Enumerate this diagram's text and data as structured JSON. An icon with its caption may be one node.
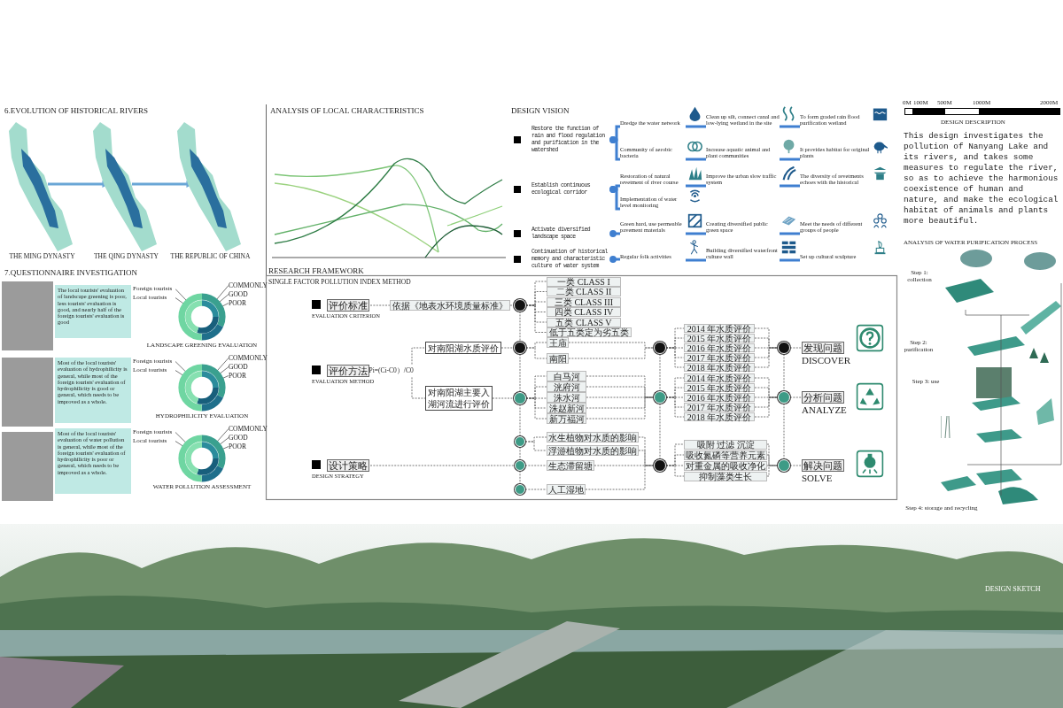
{
  "diagram": {
    "nodes": [
      {
        "text": [],
        "shape": "picture",
        "beside": [
          "THE MING DYNASTY"
        ]
      },
      {
        "text": [],
        "shape": "picture",
        "beside": [
          "THE QING DYNASTY"
        ]
      },
      {
        "text": [],
        "shape": "picture",
        "beside": [
          "THE REPUBLIC OF CHINA"
        ]
      },
      {
        "text": [
          "The local tourists' evaluation of landscape greening is poor, less tourists' evaluation is good, and nearly half of the foreign tourists' evaluation is good"
        ]
      },
      {
        "text": [],
        "shape": "circle",
        "beside": [
          "LANDSCAPE GREENING EVALUATION"
        ]
      },
      {
        "text": [
          "Foreign tourists"
        ]
      },
      {
        "text": [
          "Local tourists"
        ]
      },
      {
        "text": [
          "COMMONLY"
        ]
      },
      {
        "text": [
          "GOOD"
        ]
      },
      {
        "text": [
          "POOR"
        ]
      },
      {
        "text": [
          "Most of the local tourists' evaluation of hydrophilicity is general, while most of the foreign tourists' evaluation of hydrophilicity is good or general, which needs to be improved as a whole."
        ]
      },
      {
        "text": [],
        "shape": "circle",
        "beside": [
          "HYDROPHILICITY EVALUATION"
        ]
      },
      {
        "text": [
          "Foreign tourists"
        ]
      },
      {
        "text": [
          "Local tourists"
        ]
      },
      {
        "text": [
          "COMMONLY"
        ]
      },
      {
        "text": [
          "GOOD"
        ]
      },
      {
        "text": [
          "POOR"
        ]
      },
      {
        "text": [
          "Most of the local tourists' evaluation of water pollution is general, while most of the foreign tourists' evaluation of hydrophilicity is poor or general, which needs to be improved as a whole."
        ]
      },
      {
        "text": [],
        "shape": "circle",
        "beside": [
          "WATER POLLUTION ASSESSMENT"
        ]
      },
      {
        "text": [
          "Foreign tourists"
        ]
      },
      {
        "text": [
          "Local tourists"
        ]
      },
      {
        "text": [
          "COMMONLY"
        ]
      },
      {
        "text": [
          "GOOD"
        ]
      },
      {
        "text": [
          "POOR"
        ]
      },
      {
        "text": [
          "评价标准",
          "EVALUATION CRITERION"
        ]
      },
      {
        "text": [
          "评价方法",
          "EVALUATION METHOD"
        ]
      },
      {
        "text": [
          "设计策略",
          "DESIGN STRATEGY"
        ]
      },
      {
        "text": [
          "依据《地表水环境质量标准》"
        ]
      },
      {
        "text": [],
        "shape": "circle"
      },
      {
        "text": [
          "一类 CLASS I"
        ]
      },
      {
        "text": [
          "二类 CLASS II"
        ]
      },
      {
        "text": [
          "三类 CLASS III"
        ]
      },
      {
        "text": [
          "四类 CLASS IV"
        ]
      },
      {
        "text": [
          "五类 CLASS V"
        ]
      },
      {
        "text": [
          "低于五类定为劣五类"
        ]
      },
      {
        "text": [
          "对南阳湖水质评价"
        ]
      },
      {
        "text": [
          "对南阳湖主要入湖河流进行评价"
        ]
      },
      {
        "text": [],
        "shape": "circle"
      },
      {
        "text": [
          "王庙"
        ]
      },
      {
        "text": [
          "南阳"
        ]
      },
      {
        "text": [],
        "shape": "circle"
      },
      {
        "text": [
          "白马河"
        ]
      },
      {
        "text": [
          "洸府河"
        ]
      },
      {
        "text": [
          "洙水河"
        ]
      },
      {
        "text": [
          "洙赵新河"
        ]
      },
      {
        "text": [
          "新万福河"
        ]
      },
      {
        "text": [],
        "shape": "circle"
      },
      {
        "text": [
          "水生植物对水质的影响"
        ]
      },
      {
        "text": [
          "浮游植物对水质的影响"
        ]
      },
      {
        "text": [],
        "shape": "circle"
      },
      {
        "text": [
          "生态滞留塘"
        ]
      },
      {
        "text": [],
        "shape": "circle"
      },
      {
        "text": [
          "人工湿地"
        ]
      },
      {
        "text": [],
        "shape": "circle"
      },
      {
        "text": [
          "2014 年水质评价"
        ]
      },
      {
        "text": [
          "2015 年水质评价"
        ]
      },
      {
        "text": [
          "2016 年水质评价"
        ]
      },
      {
        "text": [
          "2017 年水质评价"
        ]
      },
      {
        "text": [
          "2018 年水质评价"
        ]
      },
      {
        "text": [],
        "shape": "circle"
      },
      {
        "text": [
          "2014 年水质评价"
        ]
      },
      {
        "text": [
          "2015 年水质评价"
        ]
      },
      {
        "text": [
          "2016 年水质评价"
        ]
      },
      {
        "text": [
          "2017 年水质评价"
        ]
      },
      {
        "text": [
          "2018 年水质评价"
        ]
      },
      {
        "text": [],
        "shape": "circle"
      },
      {
        "text": [
          "吸附 过滤 沉淀"
        ]
      },
      {
        "text": [
          "吸收氮磷等营养元素"
        ]
      },
      {
        "text": [
          "对重金属的吸收净化"
        ]
      },
      {
        "text": [
          "抑制藻类生长"
        ]
      },
      {
        "text": [],
        "shape": "circle"
      },
      {
        "text": [
          "发现问题",
          "DISCOVER"
        ]
      },
      {
        "text": [],
        "shape": "circle"
      },
      {
        "text": [
          "分析问题",
          "ANALYZE"
        ]
      },
      {
        "text": [],
        "shape": "circle"
      },
      {
        "text": [
          "解决问题",
          "SOLVE"
        ]
      },
      {
        "text": [
          "Restore the function of rain and flood regulation and purification in the watershed"
        ]
      },
      {
        "text": [
          "Dredge the water network"
        ]
      },
      {
        "text": [
          "Clean up silt, connect canal and low-lying wetland in the site"
        ]
      },
      {
        "text": [
          "To form graded rain flood purification wetland"
        ]
      },
      {
        "text": [
          "Community of aerobic bacteria"
        ]
      },
      {
        "text": [
          "Increase aquatic animal and plant communities"
        ]
      },
      {
        "text": [
          "It provides habitat for original plants"
        ]
      },
      {
        "text": [
          "Establish continuous ecological corridor"
        ]
      },
      {
        "text": [
          "Restoration of natural revetment of river course"
        ]
      },
      {
        "text": [
          "Improve the urban slow traffic system"
        ]
      },
      {
        "text": [
          "The diversity of revetments echoes with the historical"
        ]
      },
      {
        "text": [
          "Implementation of water level monitoring"
        ]
      },
      {
        "text": [
          "Activate diversified landscape space"
        ]
      },
      {
        "text": [
          "Green hard, use permeable pavement materials"
        ]
      },
      {
        "text": [
          "Creating diversified public green space"
        ]
      },
      {
        "text": [
          "Meet the needs of different groups of people"
        ]
      },
      {
        "text": [
          "Continuation of historical memory and characteristic culture of water system"
        ]
      },
      {
        "text": [
          "Regular folk activities"
        ]
      },
      {
        "text": [
          "Building diversified waterfront culture wall"
        ]
      },
      {
        "text": [
          "Set up cultural sculpture"
        ]
      }
    ],
    "edges": [
      {
        "from": 0,
        "to": 1,
        "arrow": "to",
        "style": "thick",
        "color": "#6aa6d6"
      },
      {
        "from": 1,
        "to": 2,
        "arrow": "to",
        "style": "thick",
        "color": "#6aa6d6"
      },
      {
        "from": 5,
        "to": 4,
        "arrow": "none"
      },
      {
        "from": 6,
        "to": 4,
        "arrow": "none"
      },
      {
        "from": 7,
        "to": 4,
        "arrow": "none"
      },
      {
        "from": 8,
        "to": 4,
        "arrow": "none"
      },
      {
        "from": 9,
        "to": 4,
        "arrow": "none"
      },
      {
        "from": 12,
        "to": 11,
        "arrow": "none"
      },
      {
        "from": 13,
        "to": 11,
        "arrow": "none"
      },
      {
        "from": 14,
        "to": 11,
        "arrow": "none"
      },
      {
        "from": 15,
        "to": 11,
        "arrow": "none"
      },
      {
        "from": 16,
        "to": 11,
        "arrow": "none"
      },
      {
        "from": 19,
        "to": 18,
        "arrow": "none"
      },
      {
        "from": 20,
        "to": 18,
        "arrow": "none"
      },
      {
        "from": 21,
        "to": 18,
        "arrow": "none"
      },
      {
        "from": 22,
        "to": 18,
        "arrow": "none"
      },
      {
        "from": 23,
        "to": 18,
        "arrow": "none"
      },
      {
        "from": 24,
        "to": 27,
        "arrow": "none",
        "style": "dashed"
      },
      {
        "from": 27,
        "to": 28,
        "arrow": "none",
        "style": "dashed"
      },
      {
        "from": 28,
        "to": 29,
        "arrow": "none",
        "style": "dashed"
      },
      {
        "from": 28,
        "to": 30,
        "arrow": "none",
        "style": "dashed"
      },
      {
        "from": 28,
        "to": 31,
        "arrow": "none",
        "style": "dashed"
      },
      {
        "from": 28,
        "to": 32,
        "arrow": "none",
        "style": "dashed"
      },
      {
        "from": 28,
        "to": 33,
        "arrow": "none",
        "style": "dashed"
      },
      {
        "from": 28,
        "to": 34,
        "arrow": "none",
        "style": "dashed"
      },
      {
        "from": 28,
        "to": 37,
        "arrow": "none",
        "style": "dashed"
      },
      {
        "from": 37,
        "to": 40,
        "arrow": "none",
        "style": "dashed"
      },
      {
        "from": 40,
        "to": 46,
        "arrow": "none",
        "style": "dashed"
      },
      {
        "from": 46,
        "to": 49,
        "arrow": "none",
        "style": "dashed"
      },
      {
        "from": 49,
        "to": 51,
        "arrow": "none",
        "style": "dashed"
      },
      {
        "from": 25,
        "to": 35,
        "arrow": "none",
        "style": "dashed",
        "label": "Pi=(Ci-C0）/C0"
      },
      {
        "from": 25,
        "to": 36,
        "arrow": "none",
        "style": "dashed"
      },
      {
        "from": 35,
        "to": 37,
        "arrow": "none",
        "style": "dashed"
      },
      {
        "from": 36,
        "to": 40,
        "arrow": "none",
        "style": "dashed"
      },
      {
        "from": 37,
        "to": 38,
        "arrow": "none",
        "style": "dashed"
      },
      {
        "from": 37,
        "to": 39,
        "arrow": "none",
        "style": "dashed"
      },
      {
        "from": 38,
        "to": 53,
        "arrow": "none",
        "style": "dashed"
      },
      {
        "from": 39,
        "to": 53,
        "arrow": "none",
        "style": "dashed"
      },
      {
        "from": 40,
        "to": 41,
        "arrow": "none",
        "style": "dashed"
      },
      {
        "from": 40,
        "to": 42,
        "arrow": "none",
        "style": "dashed"
      },
      {
        "from": 40,
        "to": 43,
        "arrow": "none",
        "style": "dashed"
      },
      {
        "from": 40,
        "to": 44,
        "arrow": "none",
        "style": "dashed"
      },
      {
        "from": 40,
        "to": 45,
        "arrow": "none",
        "style": "dashed"
      },
      {
        "from": 41,
        "to": 59,
        "arrow": "none",
        "style": "dashed"
      },
      {
        "from": 42,
        "to": 59,
        "arrow": "none",
        "style": "dashed"
      },
      {
        "from": 43,
        "to": 59,
        "arrow": "none",
        "style": "dashed"
      },
      {
        "from": 44,
        "to": 59,
        "arrow": "none",
        "style": "dashed"
      },
      {
        "from": 45,
        "to": 59,
        "arrow": "none",
        "style": "dashed"
      },
      {
        "from": 46,
        "to": 47,
        "arrow": "none",
        "style": "dashed"
      },
      {
        "from": 46,
        "to": 48,
        "arrow": "none",
        "style": "dashed"
      },
      {
        "from": 47,
        "to": 65,
        "arrow": "none",
        "style": "dashed"
      },
      {
        "from": 48,
        "to": 65,
        "arrow": "none",
        "style": "dashed"
      },
      {
        "from": 26,
        "to": 49,
        "arrow": "none",
        "style": "dashed"
      },
      {
        "from": 49,
        "to": 50,
        "arrow": "none",
        "style": "dashed"
      },
      {
        "from": 50,
        "to": 65,
        "arrow": "none",
        "style": "dashed"
      },
      {
        "from": 51,
        "to": 52,
        "arrow": "none",
        "style": "dashed"
      },
      {
        "from": 52,
        "to": 65,
        "arrow": "none",
        "style": "dashed"
      },
      {
        "from": 53,
        "to": 54,
        "arrow": "none",
        "style": "dashed"
      },
      {
        "from": 53,
        "to": 55,
        "arrow": "none",
        "style": "dashed"
      },
      {
        "from": 53,
        "to": 56,
        "arrow": "none",
        "style": "dashed"
      },
      {
        "from": 53,
        "to": 57,
        "arrow": "none",
        "style": "dashed"
      },
      {
        "from": 53,
        "to": 58,
        "arrow": "none",
        "style": "dashed"
      },
      {
        "from": 54,
        "to": 70,
        "arrow": "none",
        "style": "dashed"
      },
      {
        "from": 55,
        "to": 70,
        "arrow": "none",
        "style": "dashed"
      },
      {
        "from": 56,
        "to": 70,
        "arrow": "none",
        "style": "dashed"
      },
      {
        "from": 57,
        "to": 70,
        "arrow": "none",
        "style": "dashed"
      },
      {
        "from": 58,
        "to": 70,
        "arrow": "none",
        "style": "dashed"
      },
      {
        "from": 53,
        "to": 59,
        "arrow": "none",
        "style": "dashed"
      },
      {
        "from": 59,
        "to": 65,
        "arrow": "none",
        "style": "dashed"
      },
      {
        "from": 59,
        "to": 60,
        "arrow": "none",
        "style": "dashed"
      },
      {
        "from": 59,
        "to": 61,
        "arrow": "none",
        "style": "dashed"
      },
      {
        "from": 59,
        "to": 62,
        "arrow": "none",
        "style": "dashed"
      },
      {
        "from": 59,
        "to": 63,
        "arrow": "none",
        "style": "dashed"
      },
      {
        "from": 59,
        "to": 64,
        "arrow": "none",
        "style": "dashed"
      },
      {
        "from": 60,
        "to": 72,
        "arrow": "none",
        "style": "dashed"
      },
      {
        "from": 61,
        "to": 72,
        "arrow": "none",
        "style": "dashed"
      },
      {
        "from": 62,
        "to": 72,
        "arrow": "none",
        "style": "dashed"
      },
      {
        "from": 63,
        "to": 72,
        "arrow": "none",
        "style": "dashed"
      },
      {
        "from": 64,
        "to": 72,
        "arrow": "none",
        "style": "dashed"
      },
      {
        "from": 65,
        "to": 66,
        "arrow": "none",
        "style": "dashed"
      },
      {
        "from": 65,
        "to": 67,
        "arrow": "none",
        "style": "dashed"
      },
      {
        "from": 65,
        "to": 68,
        "arrow": "none",
        "style": "dashed"
      },
      {
        "from": 65,
        "to": 69,
        "arrow": "none",
        "style": "dashed"
      },
      {
        "from": 66,
        "to": 74,
        "arrow": "none",
        "style": "dashed"
      },
      {
        "from": 67,
        "to": 74,
        "arrow": "none",
        "style": "dashed"
      },
      {
        "from": 68,
        "to": 74,
        "arrow": "none",
        "style": "dashed"
      },
      {
        "from": 69,
        "to": 74,
        "arrow": "none",
        "style": "dashed"
      },
      {
        "from": 70,
        "to": 71,
        "arrow": "none",
        "style": "dashed"
      },
      {
        "from": 72,
        "to": 73,
        "arrow": "none",
        "style": "dashed"
      },
      {
        "from": 74,
        "to": 75,
        "arrow": "none",
        "style": "dashed"
      },
      {
        "from": 70,
        "to": 72,
        "arrow": "none",
        "style": "dashed"
      },
      {
        "from": 72,
        "to": 74,
        "arrow": "none",
        "style": "dashed"
      },
      {
        "from": 76,
        "to": 77,
        "arrow": "other",
        "style": "thick",
        "color": "#3f7fd0"
      },
      {
        "from": 76,
        "to": 80,
        "arrow": "other",
        "style": "thick",
        "color": "#3f7fd0"
      },
      {
        "from": 77,
        "to": 78,
        "arrow": "none",
        "style": "thick",
        "color": "#3f7fd0"
      },
      {
        "from": 78,
        "to": 79,
        "arrow": "none",
        "style": "thick",
        "color": "#3f7fd0"
      },
      {
        "from": 80,
        "to": 81,
        "arrow": "none",
        "style": "thick",
        "color": "#3f7fd0"
      },
      {
        "from": 81,
        "to": 82,
        "arrow": "none",
        "style": "thick",
        "color": "#3f7fd0"
      },
      {
        "from": 83,
        "to": 84,
        "arrow": "other",
        "style": "thick",
        "color": "#3f7fd0"
      },
      {
        "from": 83,
        "to": 87,
        "arrow": "other",
        "style": "thick",
        "color": "#3f7fd0"
      },
      {
        "from": 84,
        "to": 85,
        "arrow": "none",
        "style": "thick",
        "color": "#3f7fd0"
      },
      {
        "from": 85,
        "to": 86,
        "arrow": "none",
        "style": "thick",
        "color": "#3f7fd0"
      },
      {
        "from": 88,
        "to": 89,
        "arrow": "other",
        "style": "thick",
        "color": "#3f7fd0"
      },
      {
        "from": 89,
        "to": 90,
        "arrow": "none",
        "style": "thick",
        "color": "#3f7fd0"
      },
      {
        "from": 90,
        "to": 91,
        "arrow": "none",
        "style": "thick",
        "color": "#3f7fd0"
      },
      {
        "from": 92,
        "to": 93,
        "arrow": "other",
        "style": "thick",
        "color": "#3f7fd0"
      },
      {
        "from": 93,
        "to": 94,
        "arrow": "none",
        "style": "thick",
        "color": "#3f7fd0"
      },
      {
        "from": 94,
        "to": 95,
        "arrow": "none",
        "style": "thick",
        "color": "#3f7fd0"
      }
    ],
    "labels": [
      "6.EVOLUTION OF HISTORICAL RIVERS",
      "ANALYSIS OF LOCAL CHARACTERISTICS",
      "DESIGN VISION",
      "0M",
      "100M",
      "500M",
      "1000M",
      "2000M",
      "DESIGN DESCRIPTION",
      "This design investigates the pollution of Nanyang Lake and its rivers, and takes some measures to regulate the river, so as to achieve the harmonious coexistence of human and nature, and make the ecological habitat of animals and plants more beautiful.",
      "ANALYSIS OF WATER PURIFICATION PROCESS",
      "7.QUESTIONNAIRE INVESTIGATION",
      "RESEARCH FRAMEWORK",
      "SINGLE FACTOR POLLUTION INDEX METHOD",
      "Step 1: collection",
      "Step 2: purification",
      "Step 3: use",
      "Step 4: storage and recycling",
      "DESIGN SKETCH"
    ]
  }
}
